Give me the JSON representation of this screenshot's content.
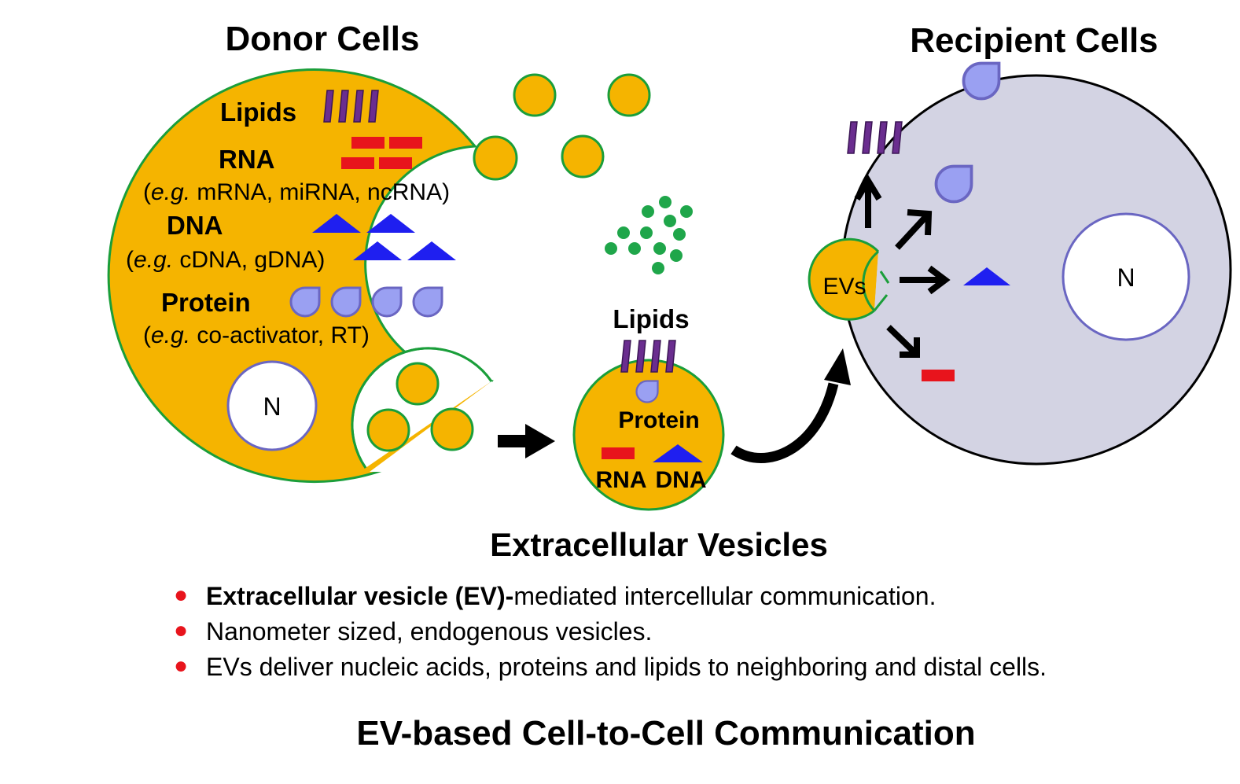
{
  "donor": {
    "title": "Donor Cells",
    "lipids": "Lipids",
    "rna": "RNA",
    "rna_eg": "mRNA, miRNA, ncRNA)",
    "dna": "DNA",
    "dna_eg": "cDNA, gDNA)",
    "protein": "Protein",
    "protein_eg": "co-activator, RT)",
    "eg_open": "(",
    "eg_italic": "e.g.",
    "nucleus": "N"
  },
  "vesicle": {
    "lipids": "Lipids",
    "protein": "Protein",
    "rna": "RNA",
    "dna": "DNA",
    "caption": "Extracellular Vesicles"
  },
  "recipient": {
    "title": "Recipient Cells",
    "evs": "EVs",
    "nucleus": "N"
  },
  "bullets": [
    {
      "bold": "Extracellular vesicle (EV)-",
      "text": "mediated intercellular communication."
    },
    {
      "bold": "",
      "text": "Nanometer sized, endogenous vesicles."
    },
    {
      "bold": "",
      "text": "EVs deliver nucleic acids, proteins and lipids to neighboring and distal cells."
    }
  ],
  "footer": "EV-based Cell-to-Cell Communication",
  "colors": {
    "cell": "#f5b400",
    "cell_border": "#1a9e3a",
    "lipid": "#6a2d8f",
    "rna": "#e8141c",
    "dna": "#1f1ff0",
    "protein": "#9aa0f2",
    "protein_border": "#6a66c2",
    "recipient": "#d3d3e3",
    "green_dot": "#1fa64a"
  },
  "icons": [
    "lipid-icon",
    "rna-icon",
    "dna-icon",
    "protein-icon",
    "arrow-icon"
  ]
}
